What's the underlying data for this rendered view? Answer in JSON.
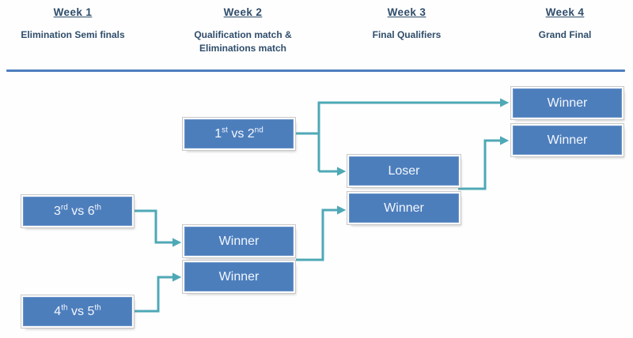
{
  "header": {
    "columns": [
      {
        "week": "Week 1",
        "lines": [
          "Elimination Semi finals"
        ]
      },
      {
        "week": "Week 2",
        "lines": [
          "Qualification match &",
          "Eliminations match"
        ]
      },
      {
        "week": "Week 3",
        "lines": [
          "Final Qualifiers"
        ]
      },
      {
        "week": "Week 4",
        "lines": [
          "Grand Final"
        ]
      }
    ]
  },
  "boxes": {
    "qual_match": {
      "p1": "1",
      "s1": "st",
      "mid": " vs ",
      "p2": "2",
      "s2": "nd"
    },
    "elim_semi_1": {
      "p1": "3",
      "s1": "rd",
      "mid": " vs ",
      "p2": "6",
      "s2": "th"
    },
    "elim_semi_2": {
      "p1": "4",
      "s1": "th",
      "mid": " vs ",
      "p2": "5",
      "s2": "th"
    },
    "w2_winner_top": "Winner",
    "w2_winner_bottom": "Winner",
    "w3_loser": "Loser",
    "w3_winner": "Winner",
    "w4_winner_top": "Winner",
    "w4_winner_bottom": "Winner"
  },
  "connections": [
    {
      "from": "1st vs 2nd (winner)",
      "to": "Week 4 Grand Final - Winner (top)"
    },
    {
      "from": "1st vs 2nd (loser)",
      "to": "Week 3 Final Qualifier - Loser"
    },
    {
      "from": "3rd vs 6th (winner)",
      "to": "Week 2 Winner (top)"
    },
    {
      "from": "4th vs 5th (winner)",
      "to": "Week 2 Winner (bottom)"
    },
    {
      "from": "Week 2 winners",
      "to": "Week 3 Final Qualifier - Winner"
    },
    {
      "from": "Week 3 Final Qualifier (winner)",
      "to": "Week 4 Grand Final - Winner (bottom)"
    }
  ],
  "colors": {
    "box_fill": "#4d7ebc",
    "connector": "#4fa8b6",
    "header_text": "#2f4d6b",
    "rule": "#4d7ebd"
  }
}
